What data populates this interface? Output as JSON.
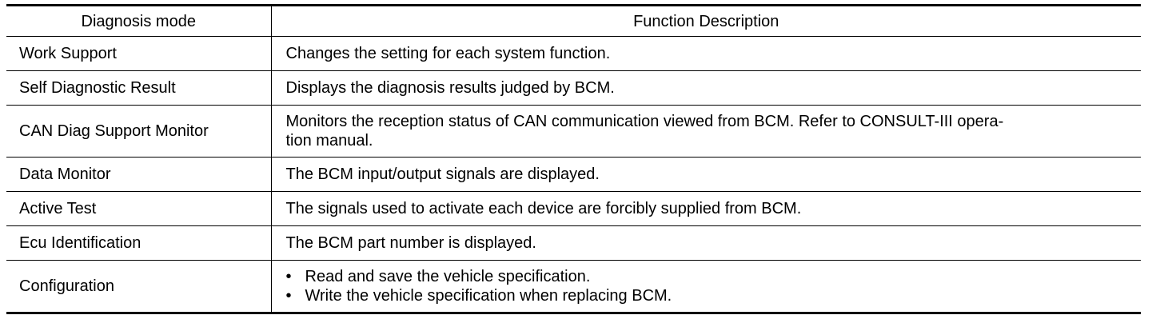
{
  "table": {
    "headers": {
      "mode": "Diagnosis mode",
      "description": "Function Description"
    },
    "rows": [
      {
        "mode": "Work Support",
        "description": "Changes the setting for each system function."
      },
      {
        "mode": "Self Diagnostic Result",
        "description": "Displays the diagnosis results judged by BCM."
      },
      {
        "mode": "CAN Diag Support Monitor",
        "description_line1": "Monitors the reception status of CAN communication viewed from BCM. Refer to CONSULT-III opera-",
        "description_line2": "tion manual."
      },
      {
        "mode": "Data Monitor",
        "description": "The BCM input/output signals are displayed."
      },
      {
        "mode": "Active Test",
        "description": "The signals used to activate each device are forcibly supplied from BCM."
      },
      {
        "mode": "Ecu Identification",
        "description": "The BCM part number is displayed."
      },
      {
        "mode": "Configuration",
        "bullet": "•",
        "bullets": [
          "Read and save the vehicle specification.",
          "Write the vehicle specification when replacing BCM."
        ]
      }
    ]
  }
}
